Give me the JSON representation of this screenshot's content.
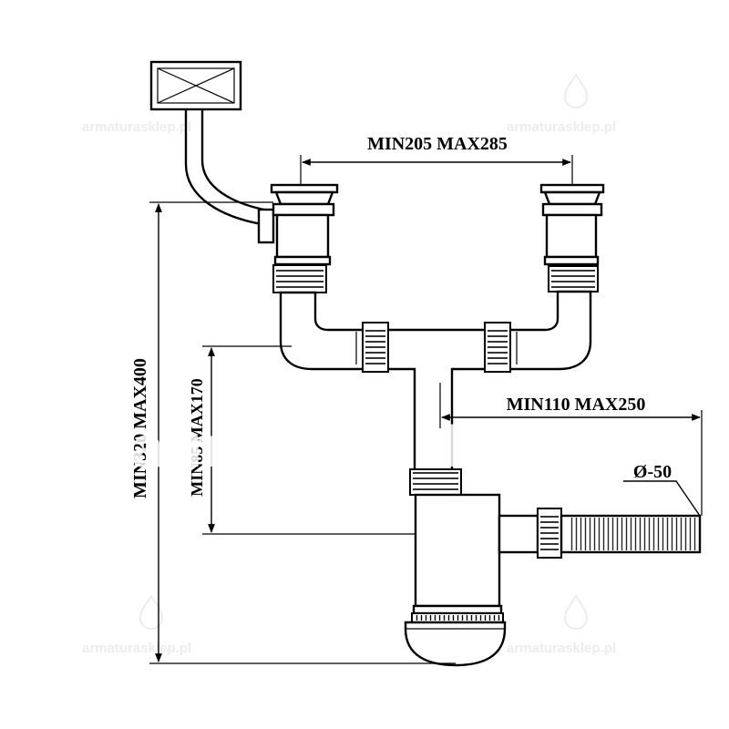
{
  "dimensions": {
    "outlet_spacing": "MIN205 MAX285",
    "total_height": "MIN320 MAX400",
    "tee_height": "MIN85 MAX170",
    "outlet_length": "MIN110 MAX250",
    "outlet_diameter": "Ø-50"
  },
  "watermark": {
    "brand": "armaturasklep.pl"
  },
  "colors": {
    "line": "#000000",
    "background": "#ffffff",
    "watermark": "#ececec"
  }
}
